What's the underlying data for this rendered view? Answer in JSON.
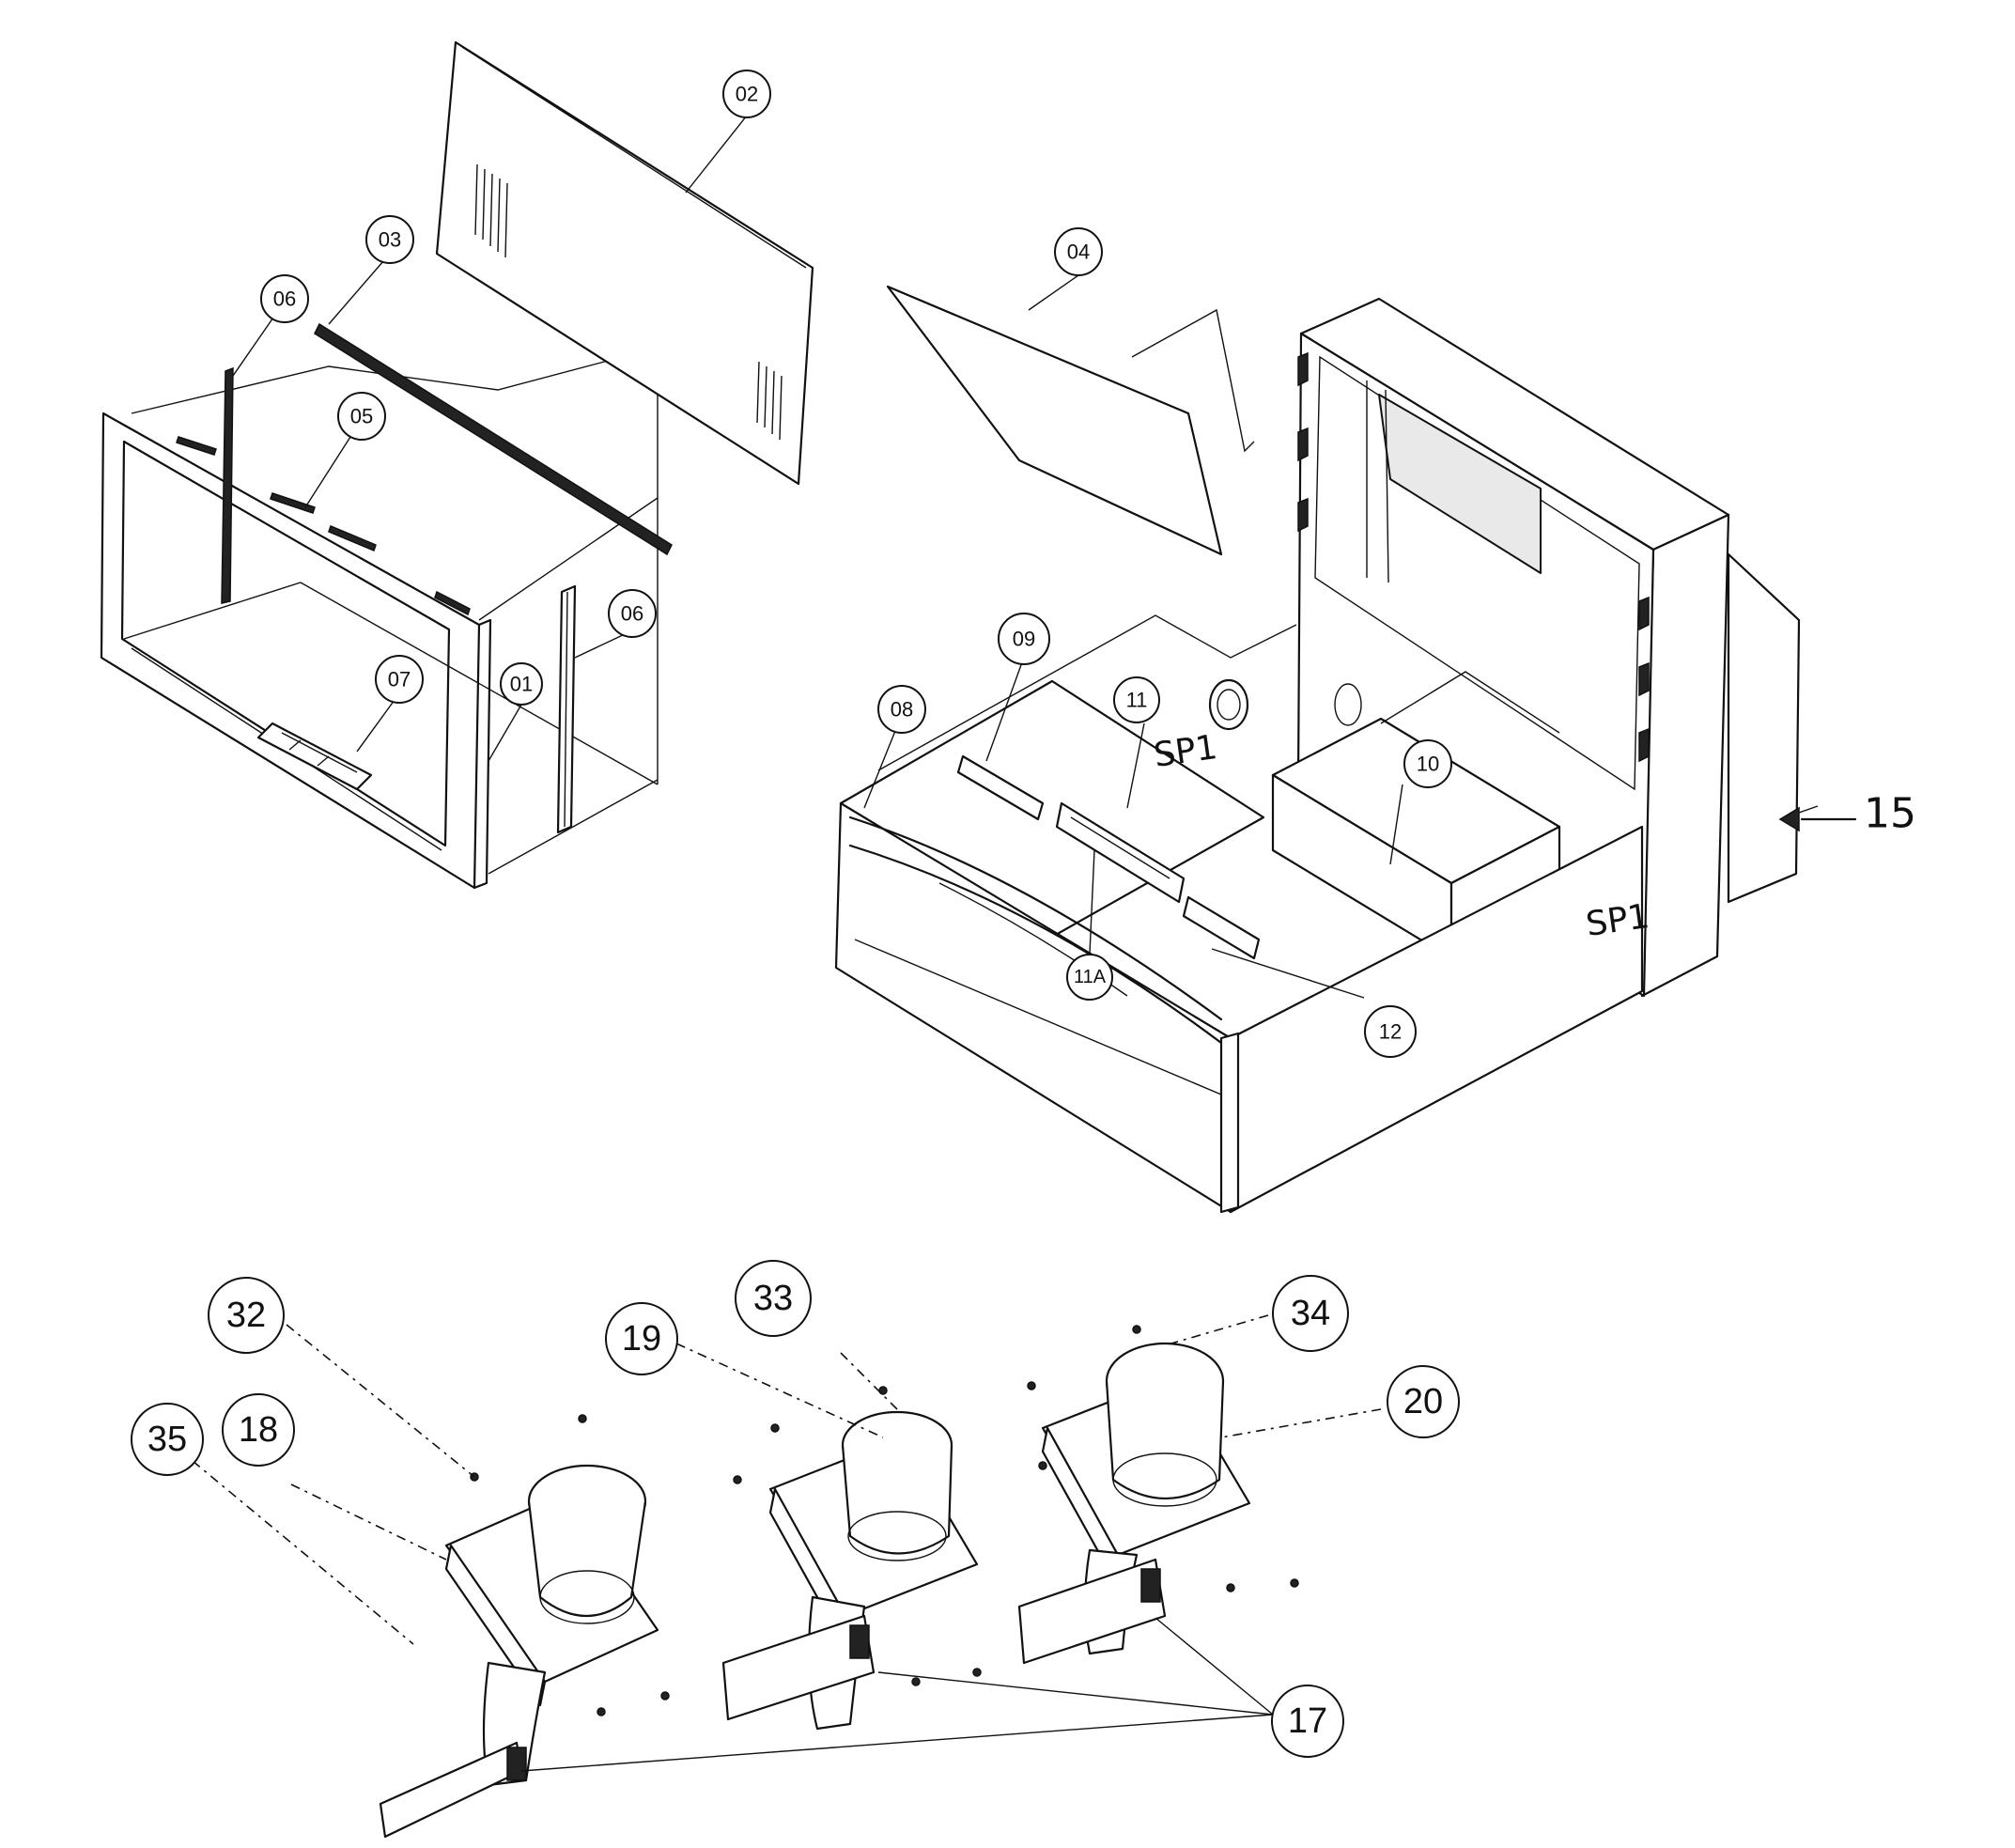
{
  "callouts": {
    "c01": "01",
    "c02": "02",
    "c03": "03",
    "c04": "04",
    "c05": "05",
    "c06a": "06",
    "c06b": "06",
    "c07": "07",
    "c08": "08",
    "c09": "09",
    "c10": "10",
    "c11": "11",
    "c11a": "11A",
    "c12": "12",
    "c15": "15",
    "c17": "17",
    "c18": "18",
    "c19": "19",
    "c20": "20",
    "c32": "32",
    "c33": "33",
    "c34": "34",
    "c35": "35"
  },
  "handwritten": {
    "sp1_left": "SP1",
    "sp1_right": "SP1"
  }
}
